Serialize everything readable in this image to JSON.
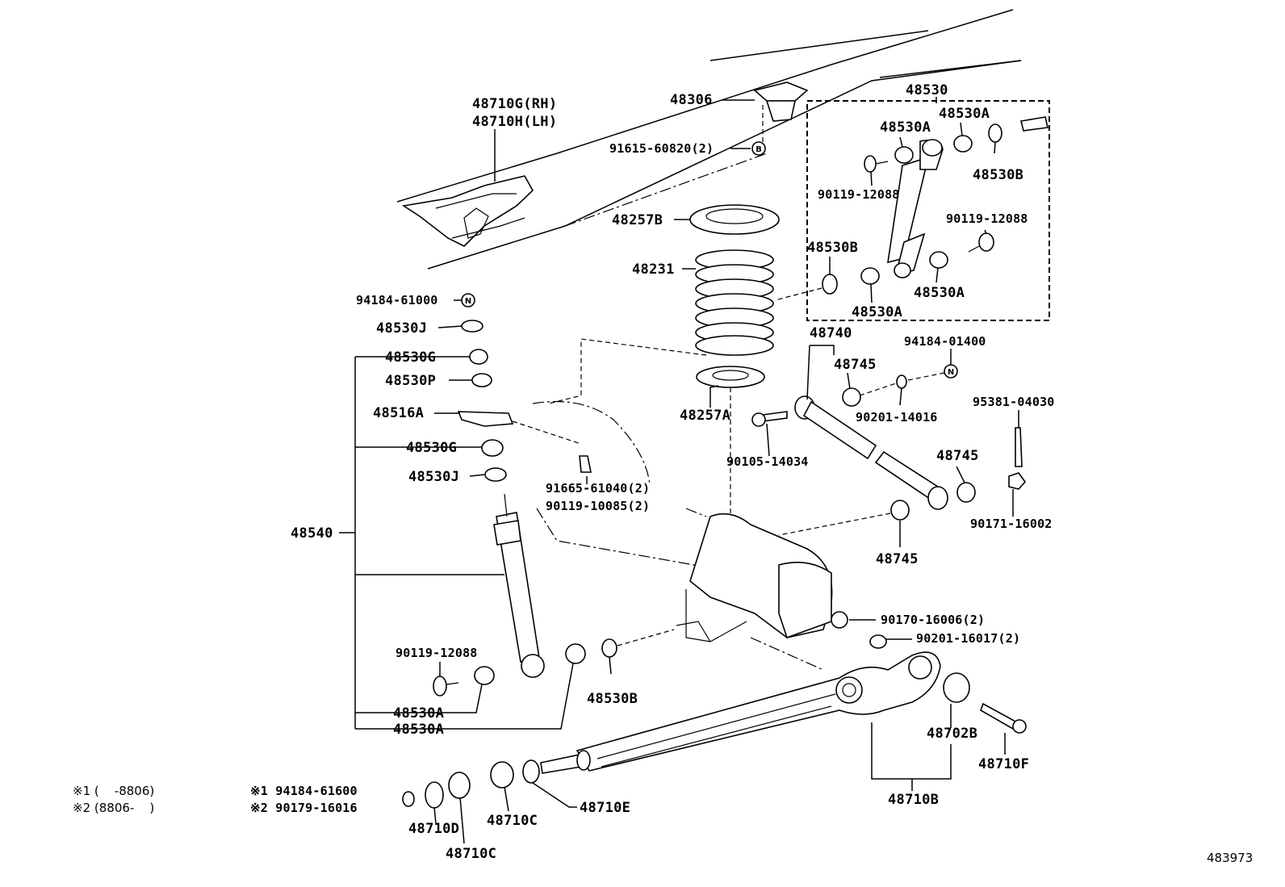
{
  "labels": {
    "l48710G": "48710G(RH)",
    "l48710H": "48710H(LH)",
    "l48306": "48306",
    "l91615": "91615-60820(2)",
    "l48530": "48530",
    "l48530A_1": "48530A",
    "l48530A_2": "48530A",
    "l48530B_1": "48530B",
    "l90119_a": "90119-12088",
    "l90119_b": "90119-12088",
    "l48530B_2": "48530B",
    "l48530A_3": "48530A",
    "l48530A_4": "48530A",
    "l48257B": "48257B",
    "l48231": "48231",
    "l48257A": "48257A",
    "l94184_61000": "94184-61000",
    "l48530J_1": "48530J",
    "l48530G_1": "48530G",
    "l48530P": "48530P",
    "l48516A": "48516A",
    "l48530G_2": "48530G",
    "l48530J_2": "48530J",
    "l91665": "91665-61040(2)",
    "l90119_10085": "90119-10085(2)",
    "l48540": "48540",
    "l48740": "48740",
    "l48745_1": "48745",
    "l94184_01400": "94184-01400",
    "l90201_14016": "90201-14016",
    "l90105": "90105-14034",
    "l95381": "95381-04030",
    "l48745_2": "48745",
    "l90171": "90171-16002",
    "l48745_3": "48745",
    "l90170": "90170-16006(2)",
    "l90201_16017": "90201-16017(2)",
    "l90119_c": "90119-12088",
    "l48530B_3": "48530B",
    "l48530A_5": "48530A",
    "l48530A_6": "48530A",
    "l48702B": "48702B",
    "l48710F": "48710F",
    "l48710B": "48710B",
    "l48710E": "48710E",
    "l48710C_1": "48710C",
    "l48710D": "48710D",
    "l48710C_2": "48710C",
    "note1": "※1 (    -8806)",
    "note2": "※2 (8806-    )",
    "note3": "※1 94184-61600",
    "note4": "※2 90179-16016",
    "diagram_number": "483973"
  },
  "markers": {
    "B": "B",
    "N1": "N",
    "N2": "N"
  }
}
